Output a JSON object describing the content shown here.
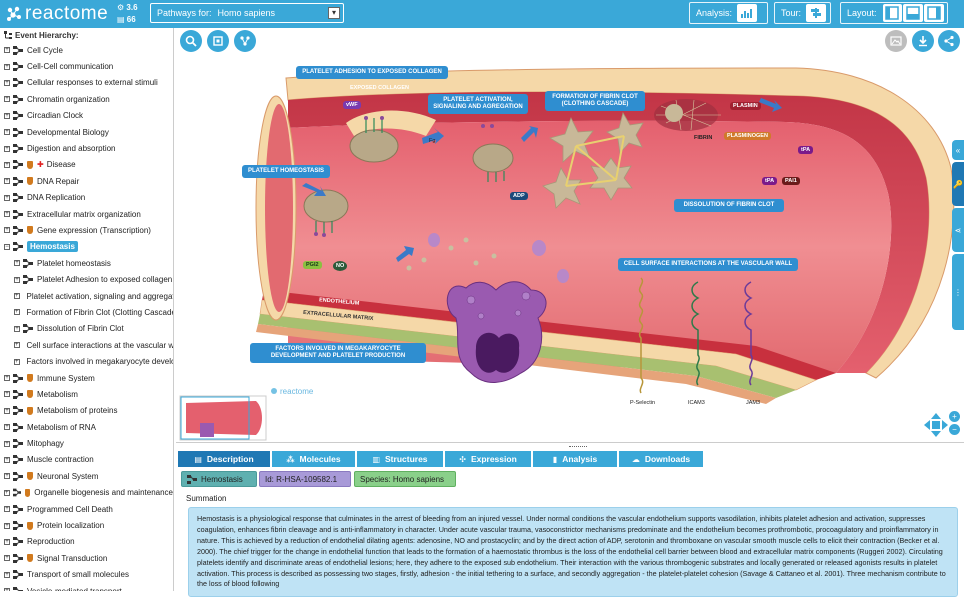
{
  "app": {
    "logo_text": "reactome",
    "version": "3.6",
    "release": "66"
  },
  "header": {
    "species_label": "Pathways for:",
    "species_value": "Homo sapiens",
    "analysis_label": "Analysis:",
    "tour_label": "Tour:",
    "layout_label": "Layout:"
  },
  "sidebar": {
    "title": "Event Hierarchy:",
    "items": [
      {
        "label": "Cell Cycle",
        "icon": "pathway"
      },
      {
        "label": "Cell-Cell communication",
        "icon": "pathway"
      },
      {
        "label": "Cellular responses to external stimuli",
        "icon": "pathway"
      },
      {
        "label": "Chromatin organization",
        "icon": "pathway"
      },
      {
        "label": "Circadian Clock",
        "icon": "pathway"
      },
      {
        "label": "Developmental Biology",
        "icon": "pathway"
      },
      {
        "label": "Digestion and absorption",
        "icon": "pathway"
      },
      {
        "label": "Disease",
        "icon": "disease"
      },
      {
        "label": "DNA Repair",
        "icon": "drug"
      },
      {
        "label": "DNA Replication",
        "icon": "pathway"
      },
      {
        "label": "Extracellular matrix organization",
        "icon": "pathway"
      },
      {
        "label": "Gene expression (Transcription)",
        "icon": "drug"
      },
      {
        "label": "Hemostasis",
        "icon": "pathway",
        "selected": true,
        "expanded": true
      },
      {
        "label": "Platelet homeostasis",
        "icon": "pathway",
        "child": true
      },
      {
        "label": "Platelet Adhesion to exposed collagen",
        "icon": "pathway",
        "child": true
      },
      {
        "label": "Platelet activation, signaling and aggregation",
        "icon": "pathway",
        "child": true
      },
      {
        "label": "Formation of Fibrin Clot (Clotting Cascade)",
        "icon": "pathway",
        "child": true
      },
      {
        "label": "Dissolution of Fibrin Clot",
        "icon": "pathway",
        "child": true
      },
      {
        "label": "Cell surface interactions at the vascular wall",
        "icon": "pathway",
        "child": true
      },
      {
        "label": "Factors involved in megakaryocyte development",
        "icon": "pathway",
        "child": true
      },
      {
        "label": "Immune System",
        "icon": "drug"
      },
      {
        "label": "Metabolism",
        "icon": "drug"
      },
      {
        "label": "Metabolism of proteins",
        "icon": "drug"
      },
      {
        "label": "Metabolism of RNA",
        "icon": "pathway"
      },
      {
        "label": "Mitophagy",
        "icon": "pathway"
      },
      {
        "label": "Muscle contraction",
        "icon": "pathway"
      },
      {
        "label": "Neuronal System",
        "icon": "drug"
      },
      {
        "label": "Organelle biogenesis and maintenance",
        "icon": "drug"
      },
      {
        "label": "Programmed Cell Death",
        "icon": "pathway"
      },
      {
        "label": "Protein localization",
        "icon": "drug"
      },
      {
        "label": "Reproduction",
        "icon": "pathway"
      },
      {
        "label": "Signal Transduction",
        "icon": "drug"
      },
      {
        "label": "Transport of small molecules",
        "icon": "pathway"
      },
      {
        "label": "Vesicle-mediated transport",
        "icon": "pathway"
      }
    ]
  },
  "diagram": {
    "labels": {
      "adhesion": "PLATELET ADHESION TO EXPOSED COLLAGEN",
      "activation": "PLATELET ACTIVATION, SIGNALING AND AGREGATION",
      "fibrin": "FORMATION OF FIBRIN CLOT (CLOTHING CASCADE)",
      "homeostasis": "PLATELET HOMEOSTASIS",
      "dissolution": "DISSOLUTION OF FIBRIN CLOT",
      "cell_surface": "CELL SURFACE INTERACTIONS AT THE VASCULAR WALL",
      "megakaryocyte": "FACTORS INVOLVED IN MEGAKARYOCYTE DEVELOPMENT AND PLATELET PRODUCTION"
    },
    "small": {
      "exposed_collagen": "EXPOSED COLLAGEN",
      "vwf": "vWF",
      "fg": "Fg",
      "adp": "ADP",
      "plasmin": "PLASMIN",
      "fibrin": "FIBRIN",
      "plasminogen": "PLASMINOGEN",
      "tpa1": "tPA",
      "tpa2": "tPA",
      "pai1": "PAI1",
      "pgi2": "PGI2",
      "no": "NO",
      "endothelium": "ENDOTHELIUM",
      "ecm": "EXTRACELLULAR MATRIX",
      "pselectin": "P-Selectin",
      "icam3": "ICAM3",
      "jam3": "JAM3",
      "watermark": "reactome"
    }
  },
  "details": {
    "tabs": [
      "Description",
      "Molecules",
      "Structures",
      "Expression",
      "Analysis",
      "Downloads"
    ],
    "badges": {
      "name": "Hemostasis",
      "id": "Id: R-HSA-109582.1",
      "species": "Species: Homo sapiens"
    },
    "summation_label": "Summation",
    "summation_text": "Hemostasis is a physiological response that culminates in the arrest of bleeding from an injured vessel. Under normal conditions the vascular endothelium supports vasodilation, inhibits platelet adhesion and activation, suppresses coagulation, enhances fibrin cleavage and is anti-inflammatory in character. Under acute vascular trauma, vasoconstrictor mechanisms predominate and the endothelium becomes prothrombotic, procoagulatory and proinflammatory in nature. This is achieved by a reduction of endothelial dilating agents: adenosine, NO and prostacyclin; and by the direct action of ADP, serotonin and thromboxane on vascular smooth muscle cells to elicit their contraction (Becker et al. 2000). The chief trigger for the change in endothelial function that leads to the formation of a haemostatic thrombus is the loss of the endothelial cell barrier between blood and extracellular matrix components (Ruggeri 2002). Circulating platelets identify and discriminate areas of endothelial lesions; here, they adhere to the exposed sub endothelium. Their interaction with the various thrombogenic substrates and locally generated or released agonists results in platelet activation. This process is described as possessing two stages, firstly, adhesion - the initial tethering to a surface, and secondly aggregation - the platelet-platelet cohesion (Savage & Cattaneo et al. 2001). Three mechanism contribute to the loss of blood following"
  }
}
